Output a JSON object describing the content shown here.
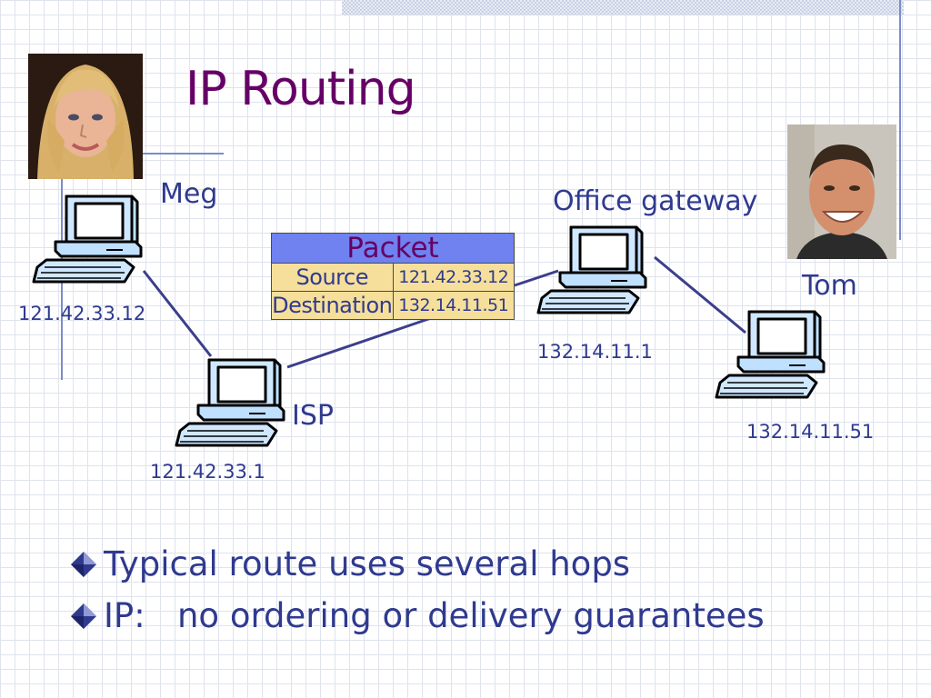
{
  "slide": {
    "title": "IP Routing"
  },
  "people": {
    "meg": {
      "name": "Meg",
      "icon": "person-photo"
    },
    "tom": {
      "name": "Tom",
      "icon": "person-photo"
    }
  },
  "nodes": {
    "meg_pc": {
      "ip": "121.42.33.12",
      "icon": "computer-icon"
    },
    "isp": {
      "label": "ISP",
      "ip": "121.42.33.1",
      "icon": "computer-icon"
    },
    "office_gateway": {
      "label": "Office gateway",
      "ip": "132.14.11.1",
      "icon": "computer-icon"
    },
    "tom_pc": {
      "ip": "132.14.11.51",
      "icon": "computer-icon"
    }
  },
  "packet": {
    "title": "Packet",
    "rows": [
      {
        "key": "Source",
        "value": "121.42.33.12"
      },
      {
        "key": "Destination",
        "value": "132.14.11.51"
      }
    ]
  },
  "bullets": [
    "Typical route uses several hops",
    "IP:   no ordering or delivery guarantees"
  ],
  "colors": {
    "title": "#660066",
    "text": "#2f3a8f",
    "packet_header": "#6f82ef",
    "packet_cell": "#f5df9a",
    "link": "#3b3f8a"
  }
}
